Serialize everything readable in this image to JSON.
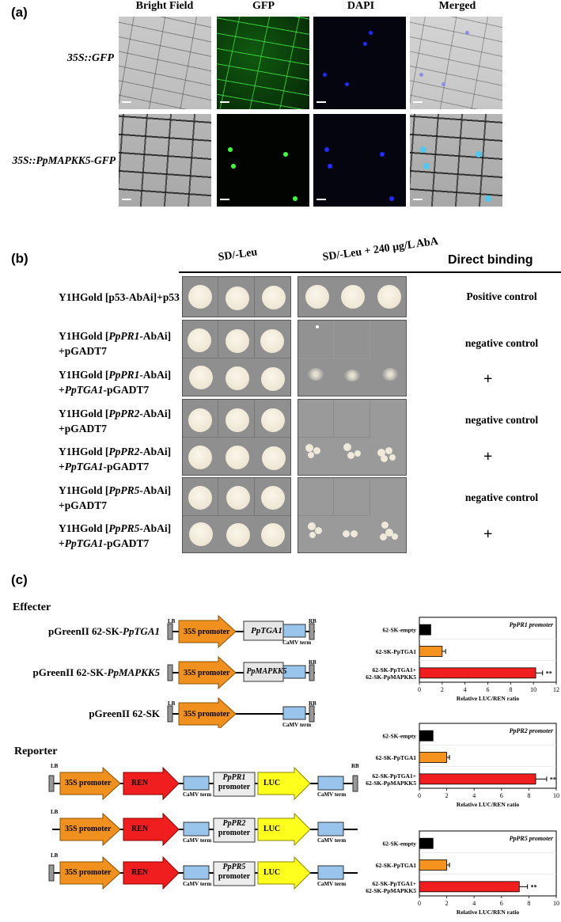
{
  "panel_a": {
    "letter": "(a)",
    "columns": [
      "Bright Field",
      "GFP",
      "DAPI",
      "Merged"
    ],
    "rows": [
      "35S::GFP",
      "35S::PpMAPKK5-GFP"
    ]
  },
  "panel_b": {
    "letter": "(b)",
    "col_sd_leu": "SD/-Leu",
    "col_aba": "SD/-Leu + 240 μg/L AbA",
    "col_binding": "Direct binding",
    "rows": [
      {
        "l1": "Y1HGold [p53-AbAi]+p53",
        "l1b": "",
        "l2": "",
        "binding": "Positive control"
      },
      {
        "l1": "Y1HGold [",
        "gene": "PpPR1",
        "l1b": "-AbAi]",
        "l2": "+pGADT7",
        "binding": "negative control"
      },
      {
        "l1": "Y1HGold [",
        "gene": "PpPR1",
        "l1b": "-AbAi]",
        "l2a": "+",
        "l2gene": "PpTGA1",
        "l2": "-pGADT7",
        "binding": "+"
      },
      {
        "l1": "Y1HGold [",
        "gene": "PpPR2",
        "l1b": "-AbAi]",
        "l2": "+pGADT7",
        "binding": "negative control"
      },
      {
        "l1": "Y1HGold [",
        "gene": "PpPR2",
        "l1b": "-AbAi]",
        "l2a": "+",
        "l2gene": "PpTGA1",
        "l2": "-pGADT7",
        "binding": "+"
      },
      {
        "l1": "Y1HGold [",
        "gene": "PpPR5",
        "l1b": "-AbAi]",
        "l2": "+pGADT7",
        "binding": "negative control"
      },
      {
        "l1": "Y1HGold [",
        "gene": "PpPR5",
        "l1b": "-AbAi]",
        "l2a": "+",
        "l2gene": "PpTGA1",
        "l2": "-pGADT7",
        "binding": "+"
      }
    ]
  },
  "panel_c": {
    "letter": "(c)",
    "effecter": "Effecter",
    "reporter": "Reporter",
    "constructs": [
      {
        "prefix": "pGreenII 62-SK-",
        "gene": "PpTGA1"
      },
      {
        "prefix": "pGreenII 62-SK-",
        "gene": "PpMAPKK5"
      },
      {
        "prefix": "pGreenII 62-SK",
        "gene": ""
      }
    ],
    "labels": {
      "lb": "LB",
      "rb": "RB",
      "promoter35s": "35S promoter",
      "camv": "CaMV term",
      "ren": "REN",
      "luc": "LUC",
      "promoter": "promoter",
      "pr1": "PpPR1",
      "pr2": "PpPR2",
      "pr5": "PpPR5",
      "tga1": "PpTGA1",
      "mapkk5": "PpMAPKK5"
    }
  },
  "chart_data": [
    {
      "type": "bar",
      "title": "PpPR1 promoter",
      "categories": [
        "62-SK-empty",
        "62-SK-PpTGA1",
        "62-SK-PpTGA1+ 62-SK-PpMAPKK5"
      ],
      "values": [
        1.0,
        2.0,
        10.2
      ],
      "errors": [
        0,
        0.3,
        0.6
      ],
      "significance": [
        "",
        "",
        "**"
      ],
      "colors": [
        "#000000",
        "#f5931e",
        "#f01e1e"
      ],
      "xlabel": "Relative LUC/REN ratio",
      "xlim": [
        0,
        12
      ],
      "xticks": [
        0,
        2,
        4,
        6,
        8,
        10,
        12
      ]
    },
    {
      "type": "bar",
      "title": "PpPR2 promoter",
      "categories": [
        "62-SK-empty",
        "62-SK-PpTGA1",
        "62-SK-PpTGA1+ 62-SK-PpMAPKK5"
      ],
      "values": [
        1.0,
        2.0,
        8.5
      ],
      "errors": [
        0,
        0.2,
        0.8
      ],
      "significance": [
        "",
        "",
        "**"
      ],
      "colors": [
        "#000000",
        "#f5931e",
        "#f01e1e"
      ],
      "xlabel": "Relative LUC/REN ratio",
      "xlim": [
        0,
        10
      ],
      "xticks": [
        0,
        2,
        4,
        6,
        8,
        10
      ]
    },
    {
      "type": "bar",
      "title": "PpPR5 promoter",
      "categories": [
        "62-SK-empty",
        "62-SK-PpTGA1",
        "62-SK-PpTGA1+ 62-SK-PpMAPKK5"
      ],
      "values": [
        1.0,
        2.0,
        7.3
      ],
      "errors": [
        0,
        0.2,
        0.6
      ],
      "significance": [
        "",
        "",
        "**"
      ],
      "colors": [
        "#000000",
        "#f5931e",
        "#f01e1e"
      ],
      "xlabel": "Relative LUC/REN ratio",
      "xlim": [
        0,
        10
      ],
      "xticks": [
        0,
        2,
        4,
        6,
        8,
        10
      ]
    }
  ]
}
